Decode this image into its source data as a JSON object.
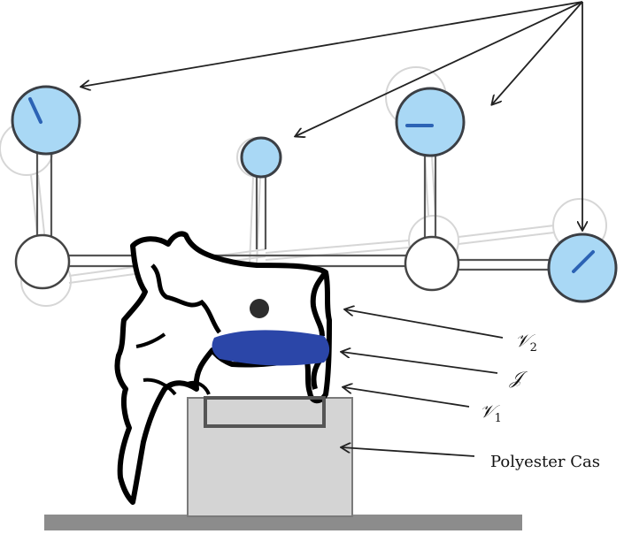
{
  "colors": {
    "sensor_fill": "#a9d8f5",
    "sensor_stroke": "#3b3f45",
    "needle": "#2c63b5",
    "joint_band": "#2b46a8",
    "case_fill": "#d4d4d4",
    "case_stroke": "#7a7a7a",
    "base_fill": "#8c8c8c",
    "ghost": "#d6d6d6",
    "arrow": "#222222",
    "bone_stroke": "#000000"
  },
  "labels": {
    "v2_main": "𝒱",
    "v2_sub": "2",
    "joint": "𝒥",
    "v1_main": "𝒱",
    "v1_sub": "1",
    "case": "Polyester Cas"
  },
  "icons": {
    "sensor": "gauge-dial-icon",
    "vertebra": "vertebra-bone-icon"
  }
}
